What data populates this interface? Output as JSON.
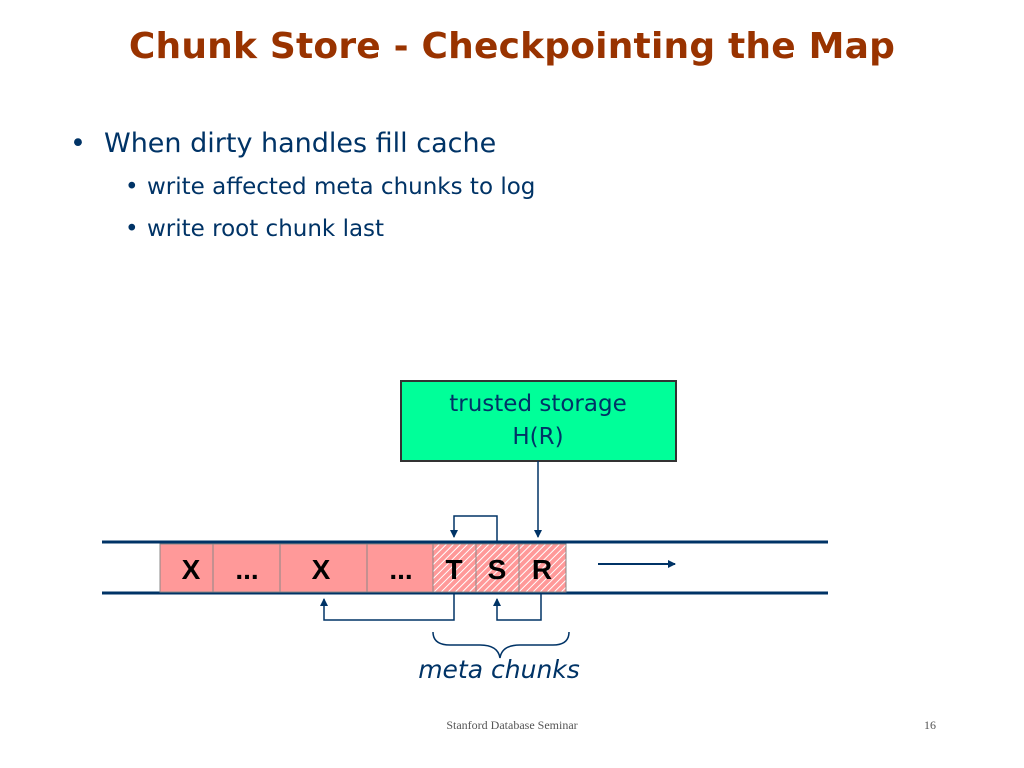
{
  "slide": {
    "title": "Chunk Store - Checkpointing the Map",
    "bullets": [
      {
        "text": "When dirty handles fill cache",
        "sub": [
          "write affected meta chunks to log",
          "write root chunk last"
        ]
      }
    ]
  },
  "diagram": {
    "trusted_box": {
      "line1": "trusted storage",
      "line2": "H(R)",
      "fill": "#00FF99"
    },
    "log_cells": [
      {
        "label": "X",
        "kind": "data"
      },
      {
        "label": "...",
        "kind": "data"
      },
      {
        "label": "X",
        "kind": "data"
      },
      {
        "label": "...",
        "kind": "data"
      },
      {
        "label": "T",
        "kind": "meta"
      },
      {
        "label": "S",
        "kind": "meta"
      },
      {
        "label": "R",
        "kind": "meta"
      }
    ],
    "cell_color": "#FF9999",
    "brace_label": "meta chunks"
  },
  "footer": {
    "center": "Stanford Database Seminar",
    "page": "16"
  }
}
